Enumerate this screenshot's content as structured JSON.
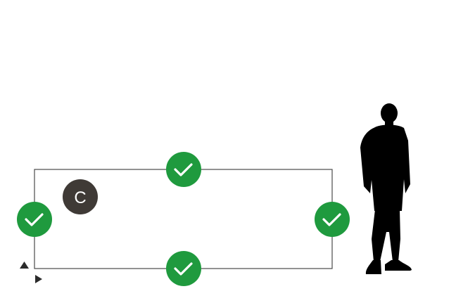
{
  "diagram": {
    "label_badge": {
      "text": "C",
      "color": "#3f3a36"
    },
    "check_badges": [
      {
        "position": "top",
        "icon": "checkmark-icon",
        "color": "#1f9a3e"
      },
      {
        "position": "left",
        "icon": "checkmark-icon",
        "color": "#1f9a3e"
      },
      {
        "position": "right",
        "icon": "checkmark-icon",
        "color": "#1f9a3e"
      },
      {
        "position": "bottom",
        "icon": "checkmark-icon",
        "color": "#1f9a3e"
      }
    ],
    "axis_arrows": [
      "arrow-up-icon",
      "arrow-right-icon"
    ],
    "scale_figure": "person-silhouette-icon"
  }
}
